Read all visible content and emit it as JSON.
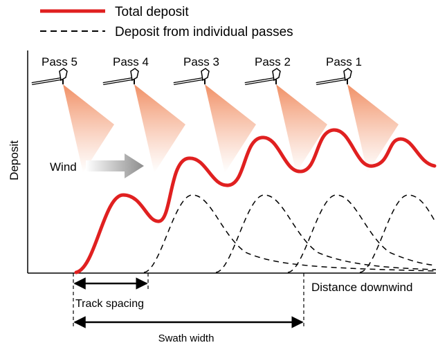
{
  "legend": {
    "total": "Total deposit",
    "individual": "Deposit from individual passes"
  },
  "passes": [
    "Pass 5",
    "Pass 4",
    "Pass 3",
    "Pass 2",
    "Pass 1"
  ],
  "labels": {
    "wind": "Wind",
    "y_axis": "Deposit",
    "x_axis": "Distance downwind",
    "track_spacing": "Track spacing",
    "swath_width": "Swath width"
  },
  "colors": {
    "total_line": "#e02020",
    "spray_plume": "#f4a582",
    "wind_arrow": "#8c8c8c",
    "individual_line": "#000000"
  }
}
